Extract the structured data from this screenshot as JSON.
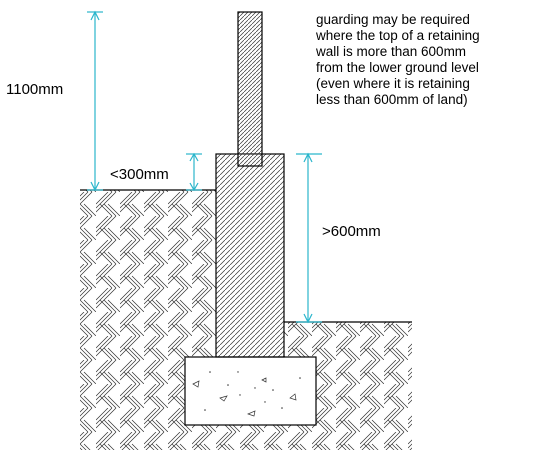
{
  "dimensions": {
    "guard_height": "1100mm",
    "step_height": "<300mm",
    "retained_height": ">600mm"
  },
  "note": {
    "lines": [
      "guarding may be required",
      "where the top of a retaining",
      "wall is more than 600mm",
      "from the lower ground level",
      "(even where it is retaining",
      "less than 600mm of land)"
    ]
  },
  "colors": {
    "dimension_lines": "#2bb6cc",
    "outline": "#000000",
    "hatch": "#333333"
  }
}
